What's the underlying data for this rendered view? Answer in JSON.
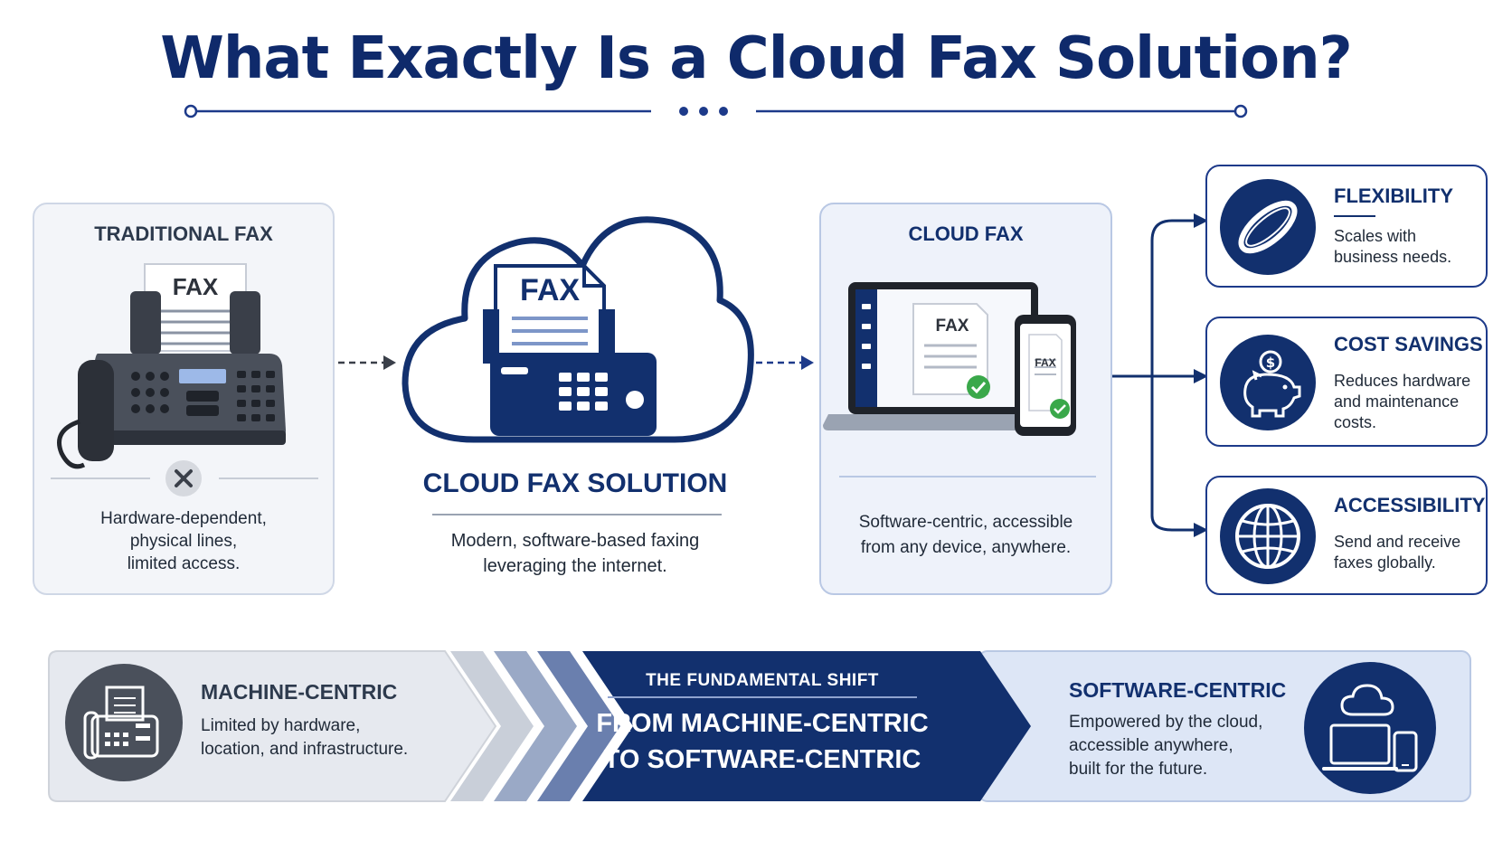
{
  "title": "What Exactly Is a Cloud Fax Solution?",
  "traditional": {
    "heading": "TRADITIONAL FAX",
    "paper_label": "FAX",
    "desc_lines": [
      "Hardware-dependent,",
      "physical lines,",
      "limited access."
    ]
  },
  "cloud_solution": {
    "paper_label": "FAX",
    "heading": "CLOUD FAX SOLUTION",
    "desc_lines": [
      "Modern, software-based faxing",
      "leveraging the internet."
    ]
  },
  "cloud_fax": {
    "heading": "CLOUD FAX",
    "laptop_doc_label": "FAX",
    "phone_doc_label": "FAX",
    "desc_lines": [
      "Software-centric, accessible",
      "from any device, anywhere."
    ]
  },
  "benefits": [
    {
      "title": "FLEXIBILITY",
      "lines": [
        "Scales with",
        "business needs."
      ],
      "icon": "ring-icon"
    },
    {
      "title": "COST SAVINGS",
      "lines": [
        "Reduces hardware",
        "and maintenance",
        "costs."
      ],
      "icon": "piggy-bank-icon"
    },
    {
      "title": "ACCESSIBILITY",
      "lines": [
        "Send and receive",
        "faxes globally."
      ],
      "icon": "globe-icon"
    }
  ],
  "shift": {
    "left_title": "MACHINE-CENTRIC",
    "left_lines": [
      "Limited by hardware,",
      "location, and infrastructure."
    ],
    "center_kicker": "THE FUNDAMENTAL SHIFT",
    "center_lines": [
      "FROM MACHINE-CENTRIC",
      "TO SOFTWARE-CENTRIC"
    ],
    "right_title": "SOFTWARE-CENTRIC",
    "right_lines": [
      "Empowered by the cloud,",
      "accessible anywhere,",
      "built for the future."
    ]
  },
  "colors": {
    "navy": "#12306e",
    "accent": "#1d3a8a",
    "check": "#3aa84a"
  }
}
